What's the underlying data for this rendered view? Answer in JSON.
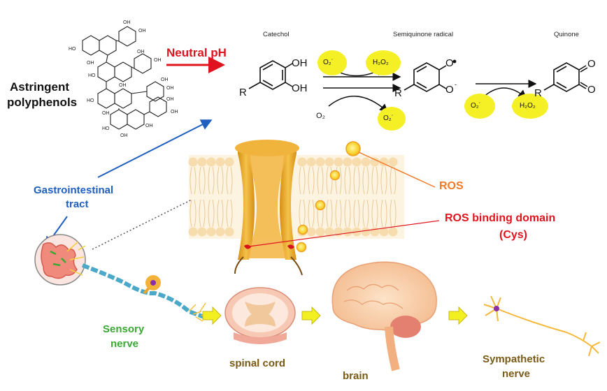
{
  "labels": {
    "astringent_1": "Astringent",
    "astringent_2": "polyphenols",
    "neutral_ph": "Neutral pH",
    "catechol": "Catechol",
    "semiquinone": "Semiquinone radical",
    "quinone": "Quinone",
    "gi_1": "Gastrointestinal",
    "gi_2": "tract",
    "ros": "ROS",
    "ros_binding_1": "ROS binding  domain",
    "ros_binding_2": "(Cys)",
    "sensory_1": "Sensory",
    "sensory_2": "nerve",
    "spinal_cord": "spinal cord",
    "brain": "brain",
    "sympathetic_1": "Sympathetic",
    "sympathetic_2": "nerve"
  },
  "chem": {
    "oh_top": "OH",
    "oh_bottom": "OH",
    "r1": "R",
    "r2": "R",
    "r3": "R",
    "o_rad": "O",
    "o_anion": "O",
    "o2_bottom": "O",
    "o_q1": "O",
    "o_q2": "O"
  },
  "bubbles": {
    "o2_a": "O₂˙",
    "h2o2_a": "H₂O₂",
    "o2_b": "O₂˙",
    "o2_c": "O₂˙",
    "h2o2_b": "H₂O₂"
  },
  "colors": {
    "red": "#e0141e",
    "blue": "#1f5fbf",
    "green": "#3aa832",
    "brown": "#7a5a16",
    "orange": "#f07a2a",
    "bubble_yellow": "#f5f025",
    "membrane": "#f7dcae",
    "channel": "#e8a52a"
  }
}
